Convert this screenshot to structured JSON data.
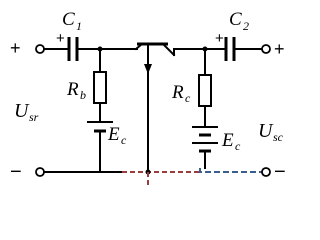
{
  "labels": {
    "c1": "C",
    "c1_sub": "1",
    "c2": "C",
    "c2_sub": "2",
    "rb": "R",
    "rb_sub": "b",
    "rc": "R",
    "rc_sub": "c",
    "ec_left": "E",
    "ec_left_sub": "c",
    "ec_right": "E",
    "ec_right_sub": "c",
    "u_in": "U",
    "u_in_sub": "sr",
    "u_out": "U",
    "u_out_sub": "sc"
  },
  "symbols": {
    "in_plus": "+",
    "in_minus": "−",
    "out_plus": "+",
    "out_minus": "−",
    "c1_polarity": "+",
    "c2_polarity": "+"
  },
  "colors": {
    "wire": "#000000",
    "ground_wire": "#9c3c3c",
    "output_wire": "#3a5f8c"
  }
}
